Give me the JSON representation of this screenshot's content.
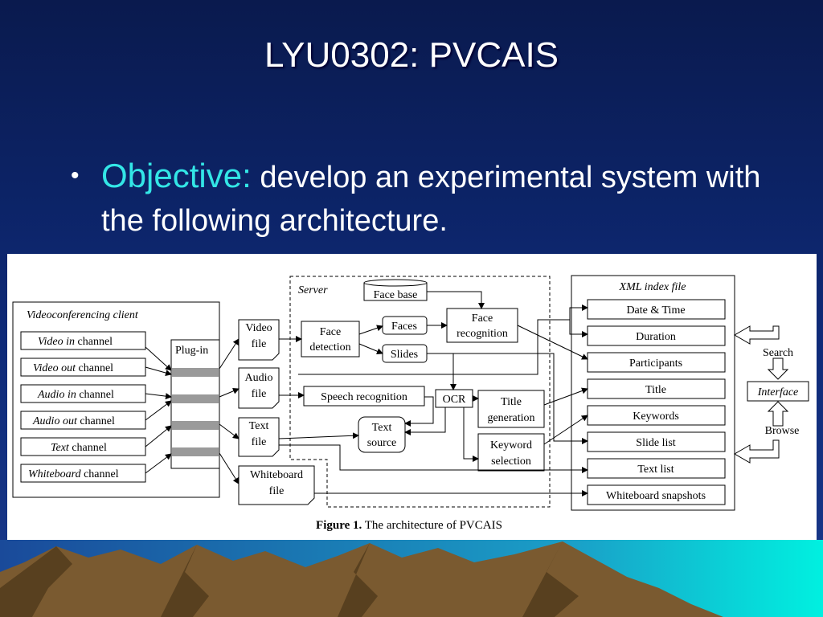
{
  "slide": {
    "title": "LYU0302: PVCAIS",
    "bullet_keyword": "Objective:",
    "bullet_text": "develop an experimental system with the following architecture."
  },
  "colors": {
    "background": "#0e2a78",
    "keyword": "#33e6e6",
    "plugin_bar": "#9a9a9a"
  },
  "figure": {
    "client": {
      "title": "Videoconferencing client",
      "channels": [
        {
          "em": "Video in",
          "rest": " channel"
        },
        {
          "em": "Video out",
          "rest": " channel"
        },
        {
          "em": "Audio in",
          "rest": " channel"
        },
        {
          "em": "Audio out",
          "rest": " channel"
        },
        {
          "em": "Text",
          "rest": " channel"
        },
        {
          "em": "Whiteboard",
          "rest": " channel"
        }
      ],
      "plugin": "Plug-in"
    },
    "files": {
      "video": [
        "Video",
        "file"
      ],
      "audio": [
        "Audio",
        "file"
      ],
      "text": [
        "Text",
        "file"
      ],
      "whiteboard": [
        "Whiteboard",
        "file"
      ]
    },
    "server": {
      "label": "Server",
      "face_base": "Face base",
      "face_detection": [
        "Face",
        "detection"
      ],
      "faces": "Faces",
      "slides": "Slides",
      "face_recognition": [
        "Face",
        "recognition"
      ],
      "speech_recognition": "Speech recognition",
      "ocr": "OCR",
      "title_generation": [
        "Title",
        "generation"
      ],
      "keyword_selection": [
        "Keyword",
        "selection"
      ],
      "text_source": [
        "Text",
        "source"
      ]
    },
    "xml": {
      "title": "XML index file",
      "items": [
        "Date & Time",
        "Duration",
        "Participants",
        "Title",
        "Keywords",
        "Slide list",
        "Text list",
        "Whiteboard snapshots"
      ]
    },
    "interface": {
      "label": "Interface",
      "search": "Search",
      "browse": "Browse"
    },
    "caption": {
      "bold": "Figure 1.",
      "rest": " The architecture of PVCAIS"
    }
  }
}
